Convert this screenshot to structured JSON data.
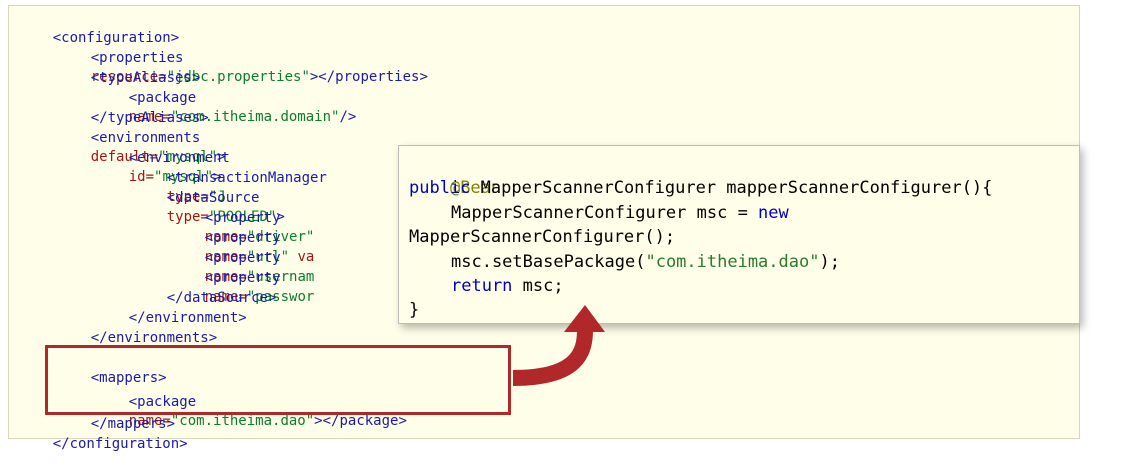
{
  "xml": {
    "l01_tag_open": "<configuration>",
    "l02_tag": "<properties",
    "l02_attr": "resource=",
    "l02_val": "\"jdbc.properties\"",
    "l02_end": "></properties>",
    "l03_tag": "<typeAliases>",
    "l04_tag": "<package",
    "l04_attr": "name=",
    "l04_val": "\"com.itheima.domain\"",
    "l04_end": "/>",
    "l05_tag": "</typeAliases>",
    "l06_tag": "<environments",
    "l06_attr": "default=",
    "l06_val": "\"mysql\"",
    "l06_end": ">",
    "l07_tag": "<environment",
    "l07_attr": "id=",
    "l07_val": "\"mysql\"",
    "l07_end": ">",
    "l08_tag": "<transactionManager",
    "l08_attr": "type=",
    "l08_val": "\"J",
    "l09_tag": "<dataSource",
    "l09_attr": "type=",
    "l09_val": "\"POOLED\"",
    "l09_end": ">",
    "l10_tag": "<property",
    "l10_attr": "name=",
    "l10_val": "\"driver\"",
    "l11_tag": "<property",
    "l11_attr": "name=",
    "l11_val": "\"url\"",
    "l11_more": " va",
    "l12_tag": "<property",
    "l12_attr": "name=",
    "l12_val": "\"usernam",
    "l13_tag": "<property",
    "l13_attr": "name=",
    "l13_val": "\"passwor",
    "l14_tag": "</dataSource>",
    "l15_tag": "</environment>",
    "l16_tag": "</environments>",
    "l17_tag": "<mappers>",
    "l18_tag": "<package",
    "l18_attr": "name=",
    "l18_val": "\"com.itheima.dao\"",
    "l18_end": "></package>",
    "l19_tag": "</mappers>",
    "l20_tag": "</configuration>"
  },
  "java": {
    "annotation": "@Bean",
    "sig_kw": "public",
    "sig_type": " MapperScannerConfigurer",
    "sig_name": " mapperScannerConfigurer(){",
    "decl_type": "MapperScannerConfigurer msc = ",
    "decl_kw": "new",
    "decl_cont": "MapperScannerConfigurer();",
    "call_pre": "msc.setBasePackage(",
    "call_str": "\"com.itheima.dao\"",
    "call_post": ");",
    "ret_kw": "return",
    "ret_rest": " msc;",
    "close": "}"
  },
  "colors": {
    "panel_bg": "#fefee9",
    "highlight_border": "#b0282a",
    "arrow": "#b0282a",
    "tag": "#1a1aa6",
    "attr": "#a31515",
    "value": "#0b7d2c",
    "keyword": "#0000c0",
    "annotation": "#808000"
  }
}
